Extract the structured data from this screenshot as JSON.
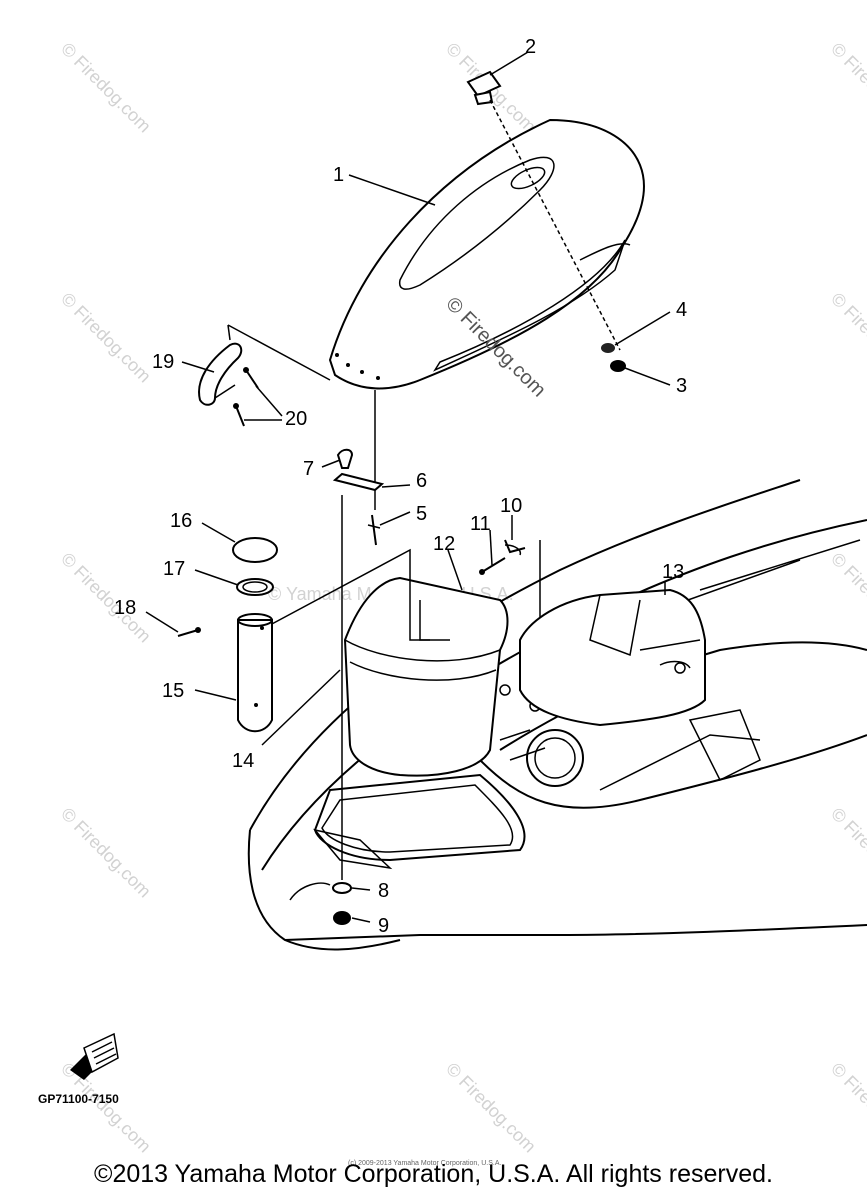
{
  "callouts": [
    "1",
    "2",
    "3",
    "4",
    "5",
    "6",
    "7",
    "8",
    "9",
    "10",
    "11",
    "12",
    "13",
    "14",
    "15",
    "16",
    "17",
    "18",
    "19",
    "20"
  ],
  "watermark": {
    "site": "© Firedog.com",
    "faint": "© Yamaha Motor Corp., U.S.A."
  },
  "part_number": "GP71100-7150",
  "small_copyright": "(c) 2009-2013 Yamaha Motor Corporation, U.S.A.",
  "copyright": "©2013 Yamaha Motor Corporation, U.S.A. All rights reserved."
}
